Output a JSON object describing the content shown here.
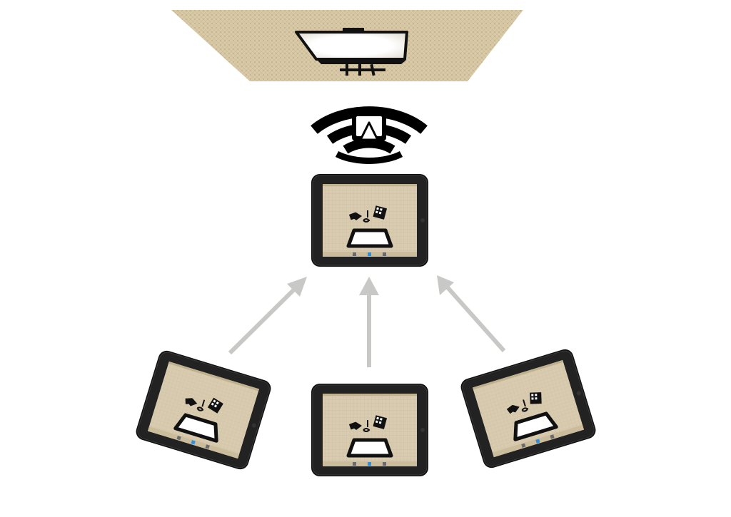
{
  "diagram": {
    "projector_surface": {
      "icon": "projector-screen-icon",
      "color": "#d6c7a8"
    },
    "wireless_signal": {
      "icon": "airplay-icon",
      "color": "#000000"
    },
    "hub_tablet": {
      "icon": "tablet-icon"
    },
    "client_tablets": [
      {
        "icon": "tablet-icon",
        "position": "left"
      },
      {
        "icon": "tablet-icon",
        "position": "center"
      },
      {
        "icon": "tablet-icon",
        "position": "right"
      }
    ],
    "arrows": {
      "color": "#c8c8c6",
      "count": 3
    },
    "colors": {
      "tablet_frame": "#111111",
      "screen_background": "#d8cbb0",
      "screen_accent": "#2f8fd8"
    }
  }
}
